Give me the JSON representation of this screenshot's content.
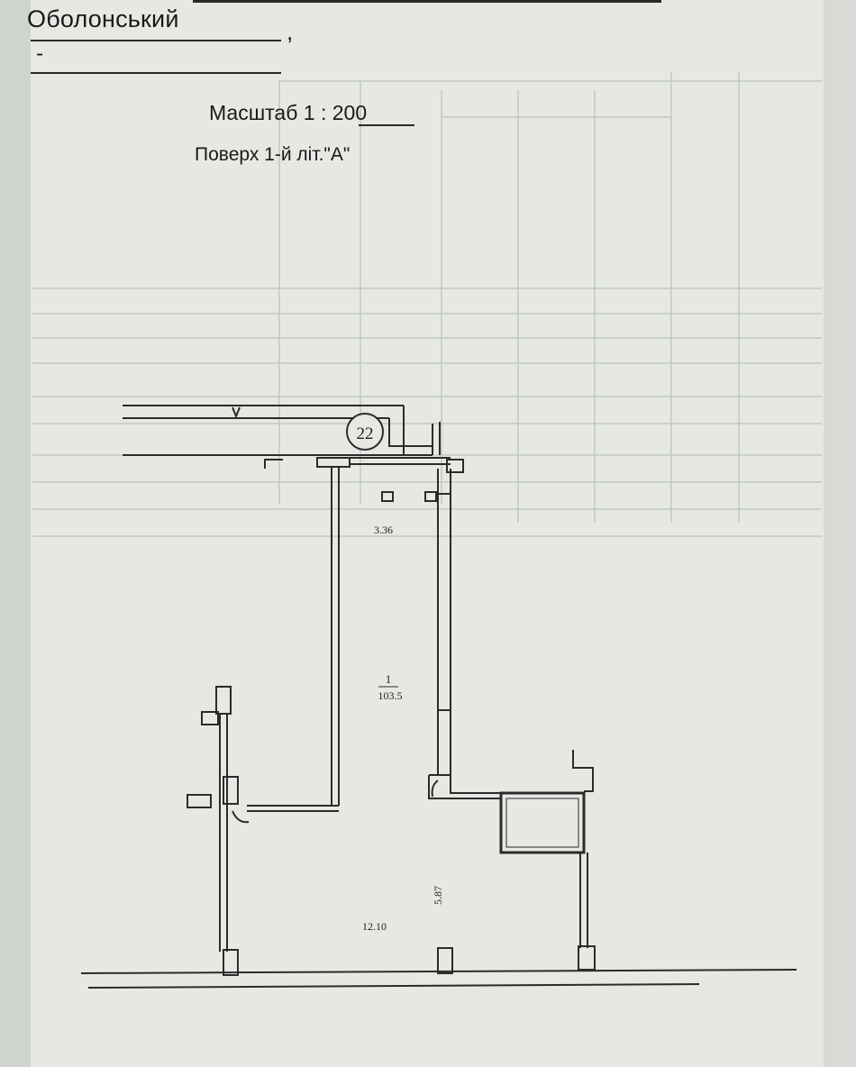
{
  "header": {
    "district": "Оболонський",
    "comma": ",",
    "dash": "-"
  },
  "plan_info": {
    "scale": "Масштаб 1 : 200",
    "floor": "Поверх 1-й літ.\"А\""
  },
  "plan": {
    "building_number": "22",
    "room_number": "1",
    "room_area": "103.5",
    "dim_height": "3.36",
    "dim_length": "12.10",
    "dim_width": "5.87"
  }
}
